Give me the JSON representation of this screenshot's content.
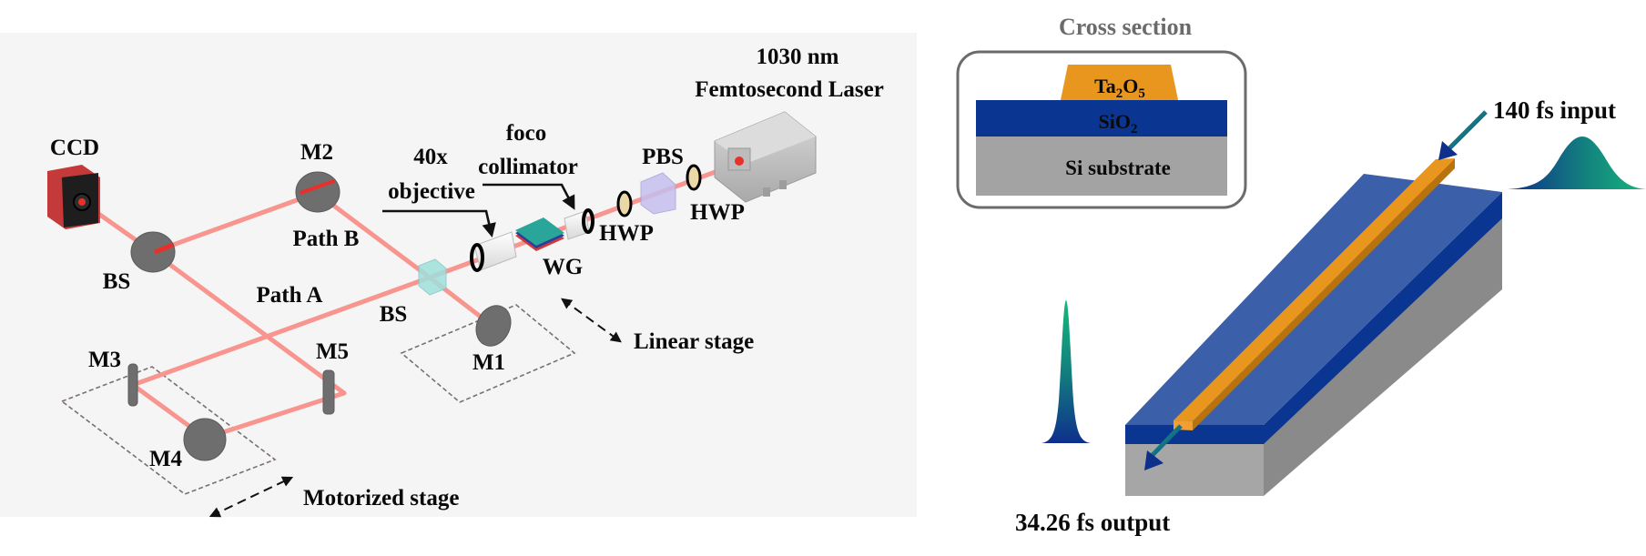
{
  "setup_panel": {
    "labels": {
      "laser_wavelength": "1030 nm",
      "laser_name": "Femtosecond Laser",
      "ccd": "CCD",
      "m1": "M1",
      "m2": "M2",
      "m3": "M3",
      "m4": "M4",
      "m5": "M5",
      "bs_left": "BS",
      "bs_center": "BS",
      "pbs": "PBS",
      "hwp_left": "HWP",
      "hwp_right": "HWP",
      "wg": "WG",
      "objective_line1": "40x",
      "objective_line2": "objective",
      "collimator_line1": "foco",
      "collimator_line2": "collimator",
      "path_a": "Path A",
      "path_b": "Path B",
      "linear_stage": "Linear stage",
      "motorized_stage": "Motorized stage"
    },
    "colors": {
      "background": "#f5f5f5",
      "beam": "#f7958e",
      "beam_strong": "#e8302a",
      "ccd_body": "#c43a3a",
      "mirror": "#6e6e6e",
      "bs_cube": "#9fe0dc",
      "pbs_cube": "#c6c0ee",
      "wg_chip": "#2aa59a",
      "hwp_fill": "#ead9a6"
    }
  },
  "waveguide_panel": {
    "cross_section": {
      "title": "Cross section",
      "core_label_main": "Ta",
      "core_label_sub1": "2",
      "core_label_mid": "O",
      "core_label_sub2": "5",
      "cladding_label_main": "SiO",
      "cladding_label_sub": "2",
      "substrate_label": "Si substrate"
    },
    "input_label": "140 fs input",
    "output_label": "34.26 fs output",
    "colors": {
      "core": "#e8961e",
      "core_side": "#b8720e",
      "cladding": "#0a3590",
      "cladding_top": "#3b5fa8",
      "substrate": "#a3a3a3",
      "substrate_side": "#8a8a8a",
      "pulse_blue": "#0e2f8c",
      "pulse_green": "#15b87c",
      "frame": "#6b6b6b"
    },
    "pulses": {
      "input_duration_fs": 140,
      "output_duration_fs": 34.26
    }
  }
}
